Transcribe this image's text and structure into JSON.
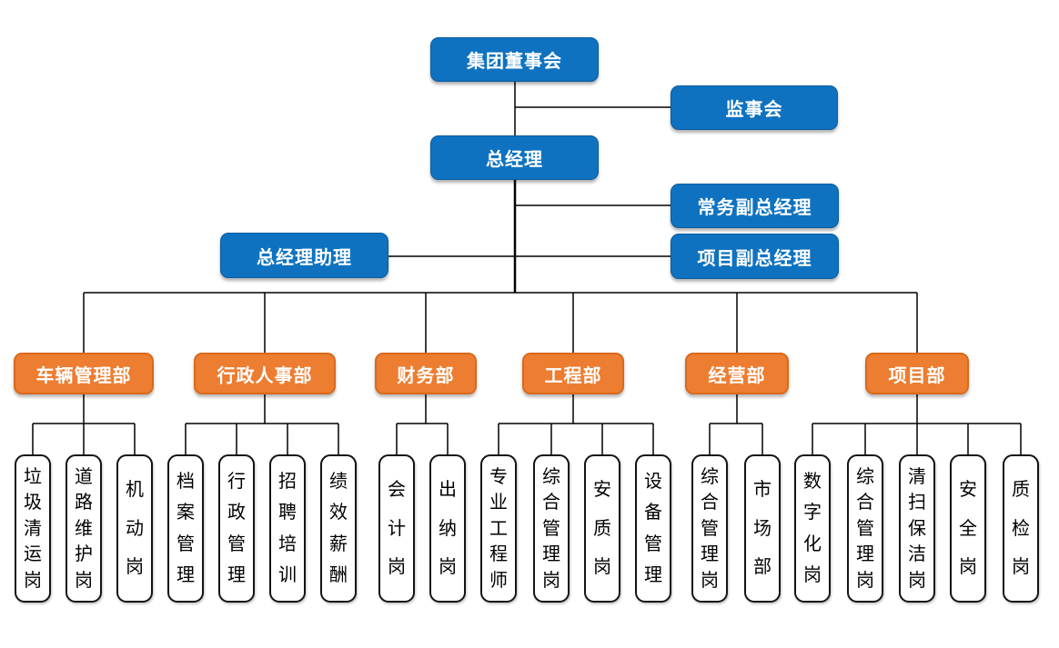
{
  "colors": {
    "executive_box": "#0E72C0",
    "department_box": "#ED7D31",
    "position_box_border": "#141414",
    "connector_line": "#000000"
  },
  "executives": {
    "board": {
      "label": "集团董事会"
    },
    "supervisory_board": {
      "label": "监事会"
    },
    "general_manager": {
      "label": "总经理"
    },
    "executive_deputy_gm": {
      "label": "常务副总经理"
    },
    "gm_assistant": {
      "label": "总经理助理"
    },
    "project_deputy_gm": {
      "label": "项目副总经理"
    }
  },
  "departments": [
    {
      "label": "车辆管理部",
      "children": [
        {
          "label": "垃圾清运岗"
        },
        {
          "label": "道路维护岗"
        },
        {
          "label": "机动岗"
        }
      ]
    },
    {
      "label": "行政人事部",
      "children": [
        {
          "label": "档案管理"
        },
        {
          "label": "行政管理"
        },
        {
          "label": "招聘培训"
        },
        {
          "label": "绩效薪酬"
        }
      ]
    },
    {
      "label": "财务部",
      "children": [
        {
          "label": "会计岗"
        },
        {
          "label": "出纳岗"
        }
      ]
    },
    {
      "label": "工程部",
      "children": [
        {
          "label": "专业工程师"
        },
        {
          "label": "综合管理岗"
        },
        {
          "label": "安质岗"
        },
        {
          "label": "设备管理"
        }
      ]
    },
    {
      "label": "经营部",
      "children": [
        {
          "label": "综合管理岗"
        },
        {
          "label": "市场部"
        }
      ]
    },
    {
      "label": "项目部",
      "children": [
        {
          "label": "数字化岗"
        },
        {
          "label": "综合管理岗"
        },
        {
          "label": "清扫保洁岗"
        },
        {
          "label": "安全岗"
        },
        {
          "label": "质检岗"
        }
      ]
    }
  ]
}
